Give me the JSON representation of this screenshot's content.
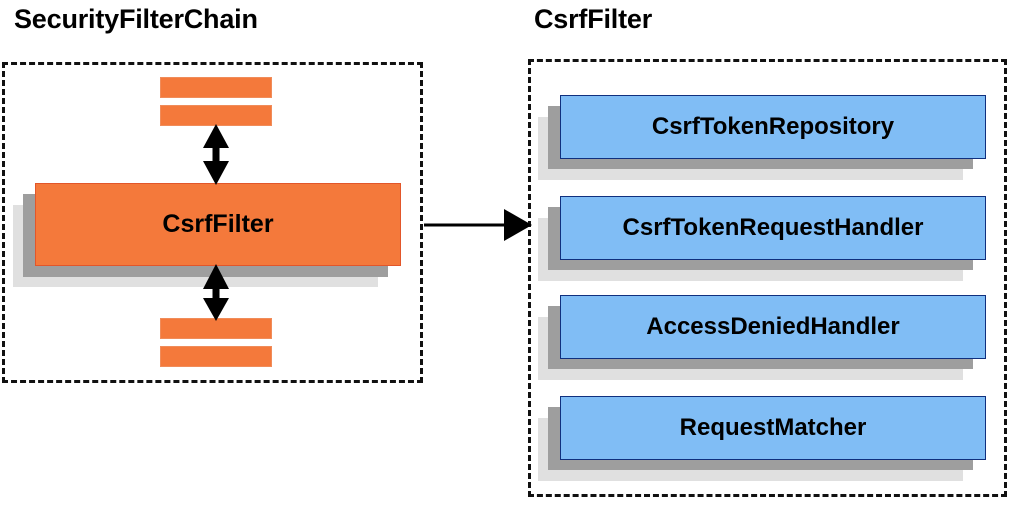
{
  "diagram": {
    "title_left": "SecurityFilterChain",
    "title_right": "CsrfFilter",
    "colors": {
      "orange": "#F4793B",
      "orange_border": "#E2562A",
      "blue": "#80BDF5",
      "blue_border": "#10307E",
      "shadow_near": "#9E9E9E",
      "shadow_far": "#E0E0E0",
      "outline": "#111111",
      "arrow": "#000000"
    }
  },
  "left_panel": {
    "label": "SecurityFilterChain",
    "filters_above": [
      "",
      ""
    ],
    "highlighted_filter": "CsrfFilter",
    "filters_below": [
      "",
      ""
    ]
  },
  "right_panel": {
    "label": "CsrfFilter",
    "collaborators": [
      {
        "name": "CsrfTokenRepository"
      },
      {
        "name": "CsrfTokenRequestHandler"
      },
      {
        "name": "AccessDeniedHandler"
      },
      {
        "name": "RequestMatcher"
      }
    ]
  },
  "connectors": {
    "filter_chain_to_csrf_detail": "arrow-right",
    "above_to_csrf": "arrow-double-vertical",
    "csrf_to_below": "arrow-double-vertical"
  }
}
